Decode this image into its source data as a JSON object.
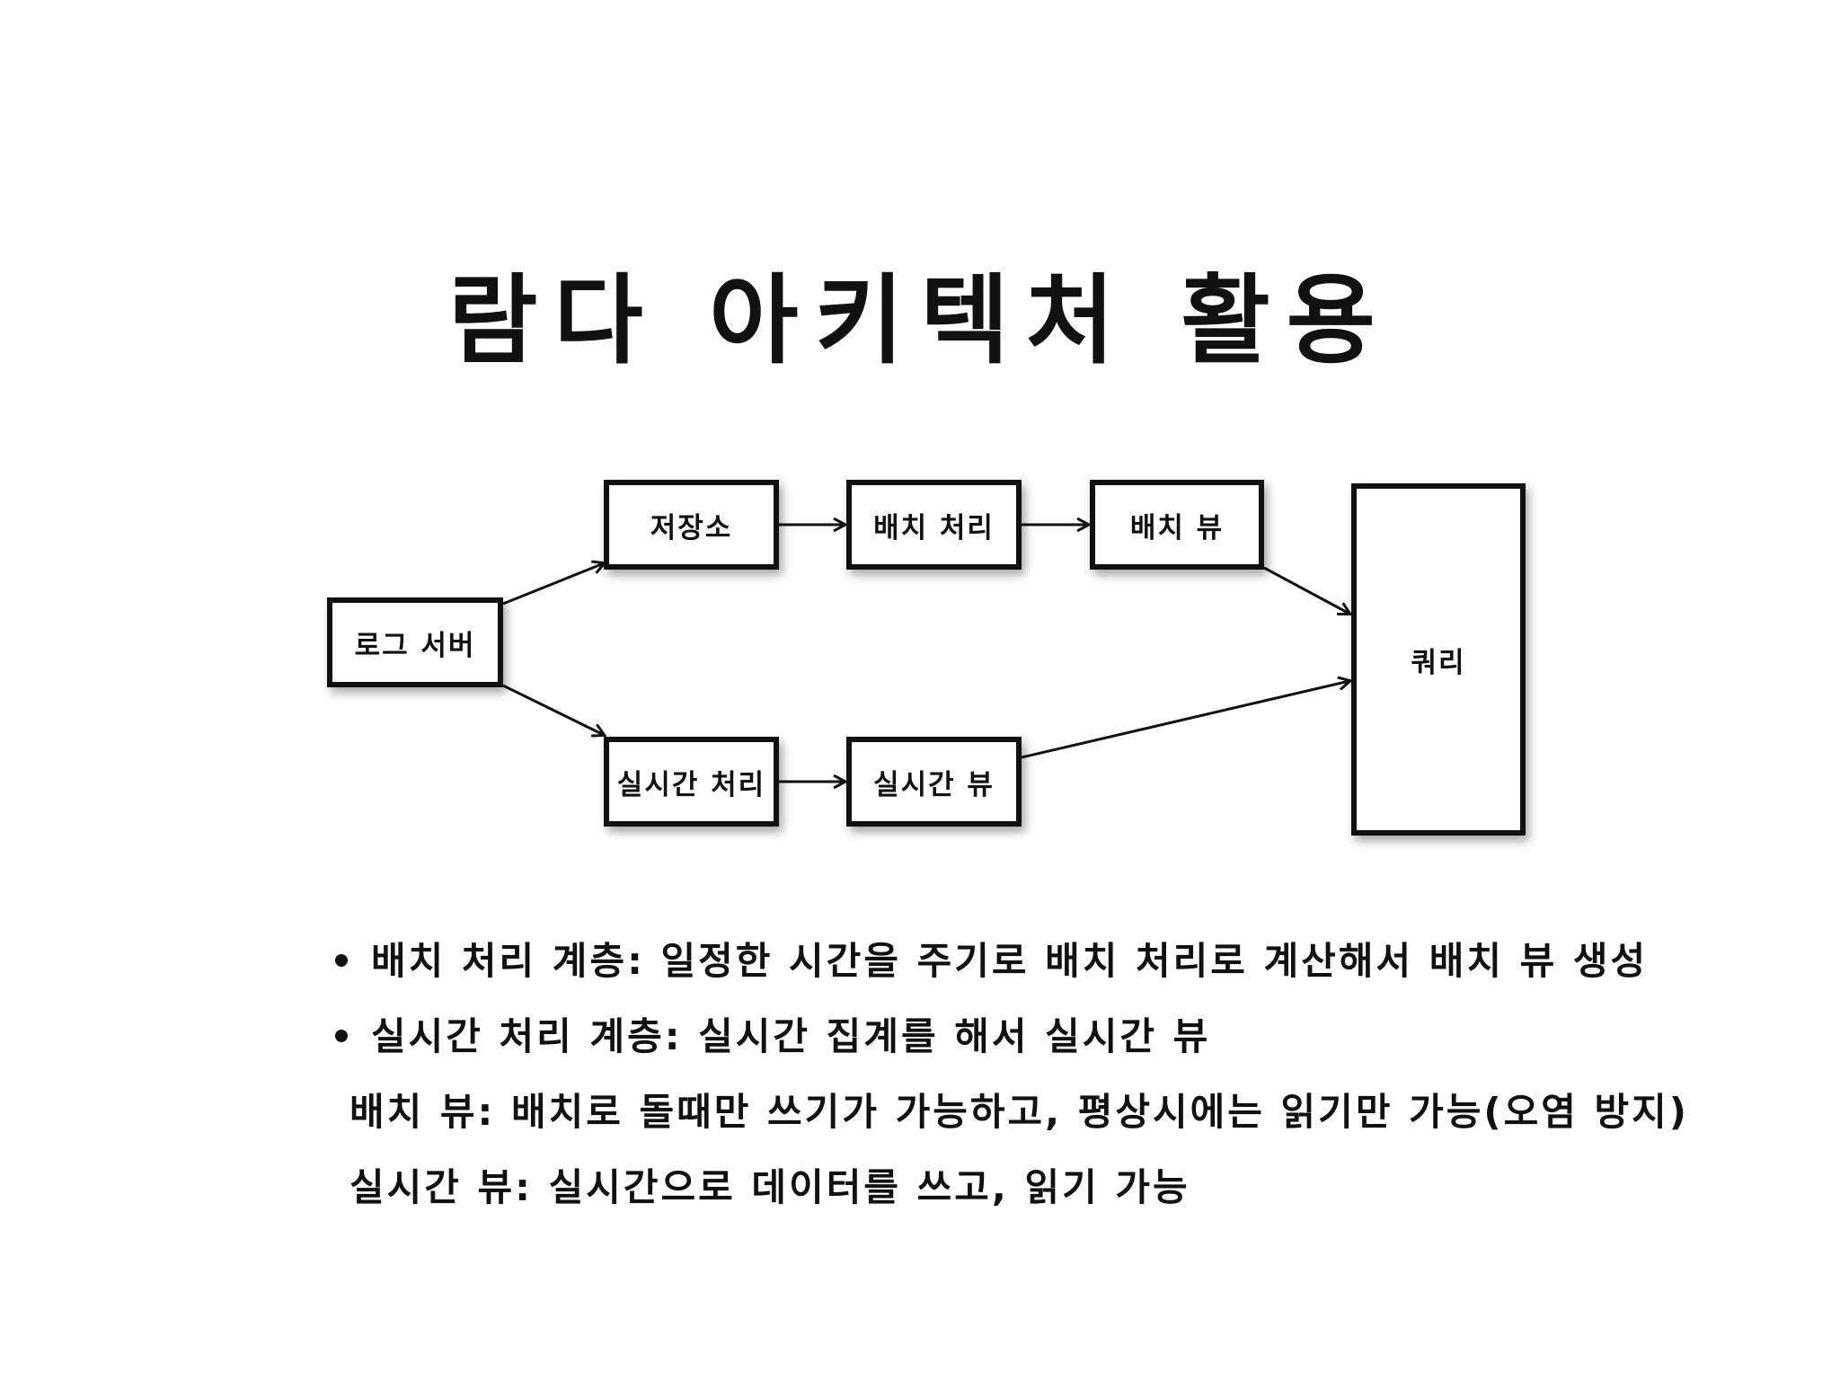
{
  "title": "람다 아키텍처 활용",
  "diagram": {
    "nodes": {
      "log_server": "로그 서버",
      "storage": "저장소",
      "batch_processing": "배치 처리",
      "batch_view": "배치 뷰",
      "realtime_processing": "실시간 처리",
      "realtime_view": "실시간 뷰",
      "query": "쿼리"
    },
    "edges": [
      [
        "log_server",
        "storage"
      ],
      [
        "log_server",
        "realtime_processing"
      ],
      [
        "storage",
        "batch_processing"
      ],
      [
        "batch_processing",
        "batch_view"
      ],
      [
        "batch_view",
        "query"
      ],
      [
        "realtime_processing",
        "realtime_view"
      ],
      [
        "realtime_view",
        "query"
      ]
    ]
  },
  "bullets": [
    {
      "bulleted": true,
      "text": "배치 처리 계층: 일정한 시간을 주기로 배치 처리로 계산해서 배치 뷰 생성"
    },
    {
      "bulleted": true,
      "text": "실시간 처리 계층: 실시간 집계를 해서 실시간 뷰"
    },
    {
      "bulleted": false,
      "text": "배치 뷰: 배치로 돌때만 쓰기가 가능하고, 평상시에는 읽기만 가능(오염 방지)"
    },
    {
      "bulleted": false,
      "text": "실시간 뷰: 실시간으로 데이터를 쓰고, 읽기 가능"
    }
  ],
  "colors": {
    "ink": "#111111",
    "background": "#ffffff"
  }
}
